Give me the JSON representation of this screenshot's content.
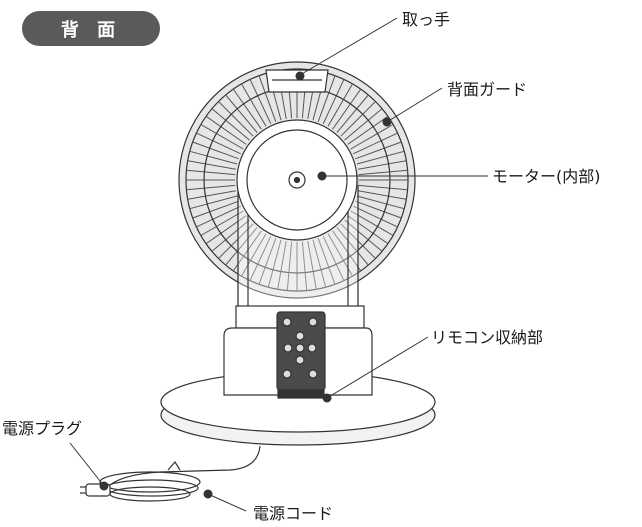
{
  "section_badge": "背 面",
  "labels": {
    "handle": "取っ手",
    "rear_guard": "背面ガード",
    "motor": "モーター(内部)",
    "remote_storage": "リモコン収納部",
    "power_plug": "電源プラグ",
    "power_cord": "電源コード"
  },
  "colors": {
    "badge_bg": "#5a5a5a",
    "line": "#333333",
    "fill_gray": "#e6e6e6",
    "dark_gray": "#4a4a4a"
  }
}
